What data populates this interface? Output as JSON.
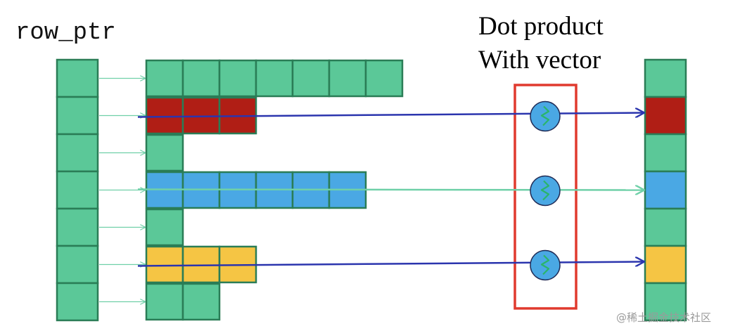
{
  "labels": {
    "row_ptr": "row_ptr",
    "dot_line1": "Dot product",
    "dot_line2": "With vector",
    "watermark": "@稀土掘金技术社区"
  },
  "colors": {
    "green": "#5BC898",
    "red": "#B01E15",
    "blue": "#4AA8E4",
    "yellow": "#F5C544",
    "border": "#2A7D56",
    "arrow_blue": "#2B35AE",
    "arrow_green": "#6FD0A8",
    "box_red": "#E03A2E"
  },
  "row_lengths": [
    7,
    3,
    1,
    6,
    1,
    3,
    2
  ],
  "highlighted_rows": [
    {
      "row": 1,
      "color": "red"
    },
    {
      "row": 3,
      "color": "blue"
    },
    {
      "row": 5,
      "color": "yellow"
    }
  ],
  "output_vector": [
    "green",
    "red",
    "green",
    "blue",
    "green",
    "yellow",
    "green"
  ]
}
